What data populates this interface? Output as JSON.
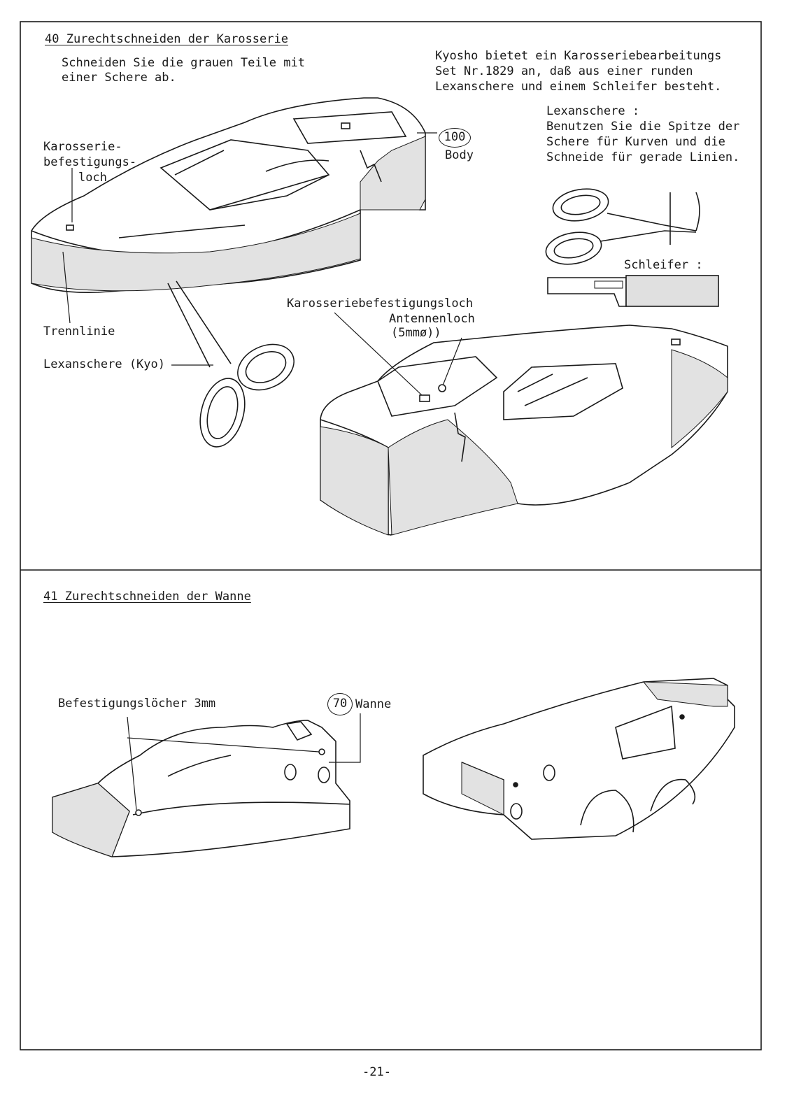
{
  "section40": {
    "title": "40 Zurechtschneiden der Karosserie",
    "intro_line1": "Schneiden Sie die grauen Teile mit",
    "intro_line2": "einer Schere ab.",
    "note_line1": "Kyosho bietet ein Karosseriebearbeitungs",
    "note_line2": "Set Nr.1829 an, daß aus einer runden",
    "note_line3": "Lexanschere und einem Schleifer besteht.",
    "lexan_title": "Lexanschere :",
    "lexan_line1": "Benutzen Sie die Spitze der",
    "lexan_line2": "Schere für Kurven und die",
    "lexan_line3": "Schneide für gerade Linien.",
    "schleifer_label": "Schleifer :",
    "part_number": "100",
    "part_name": "Body",
    "mount_hole_line1": "Karosserie-",
    "mount_hole_line2": "befestigungs-",
    "mount_hole_line3": "loch",
    "trennlinie": "Trennlinie",
    "lexanschere_kyo": "Lexanschere (Kyo)",
    "mount_hole_full": "Karosseriebefestigungsloch",
    "antenna_line1": "Antennenloch",
    "antenna_line2": "(5mmø))"
  },
  "section41": {
    "title": "41 Zurechtschneiden der Wanne",
    "holes_label": "Befestigungslöcher 3mm",
    "part_number": "70",
    "part_name": "Wanne"
  },
  "page_number": "-21-"
}
